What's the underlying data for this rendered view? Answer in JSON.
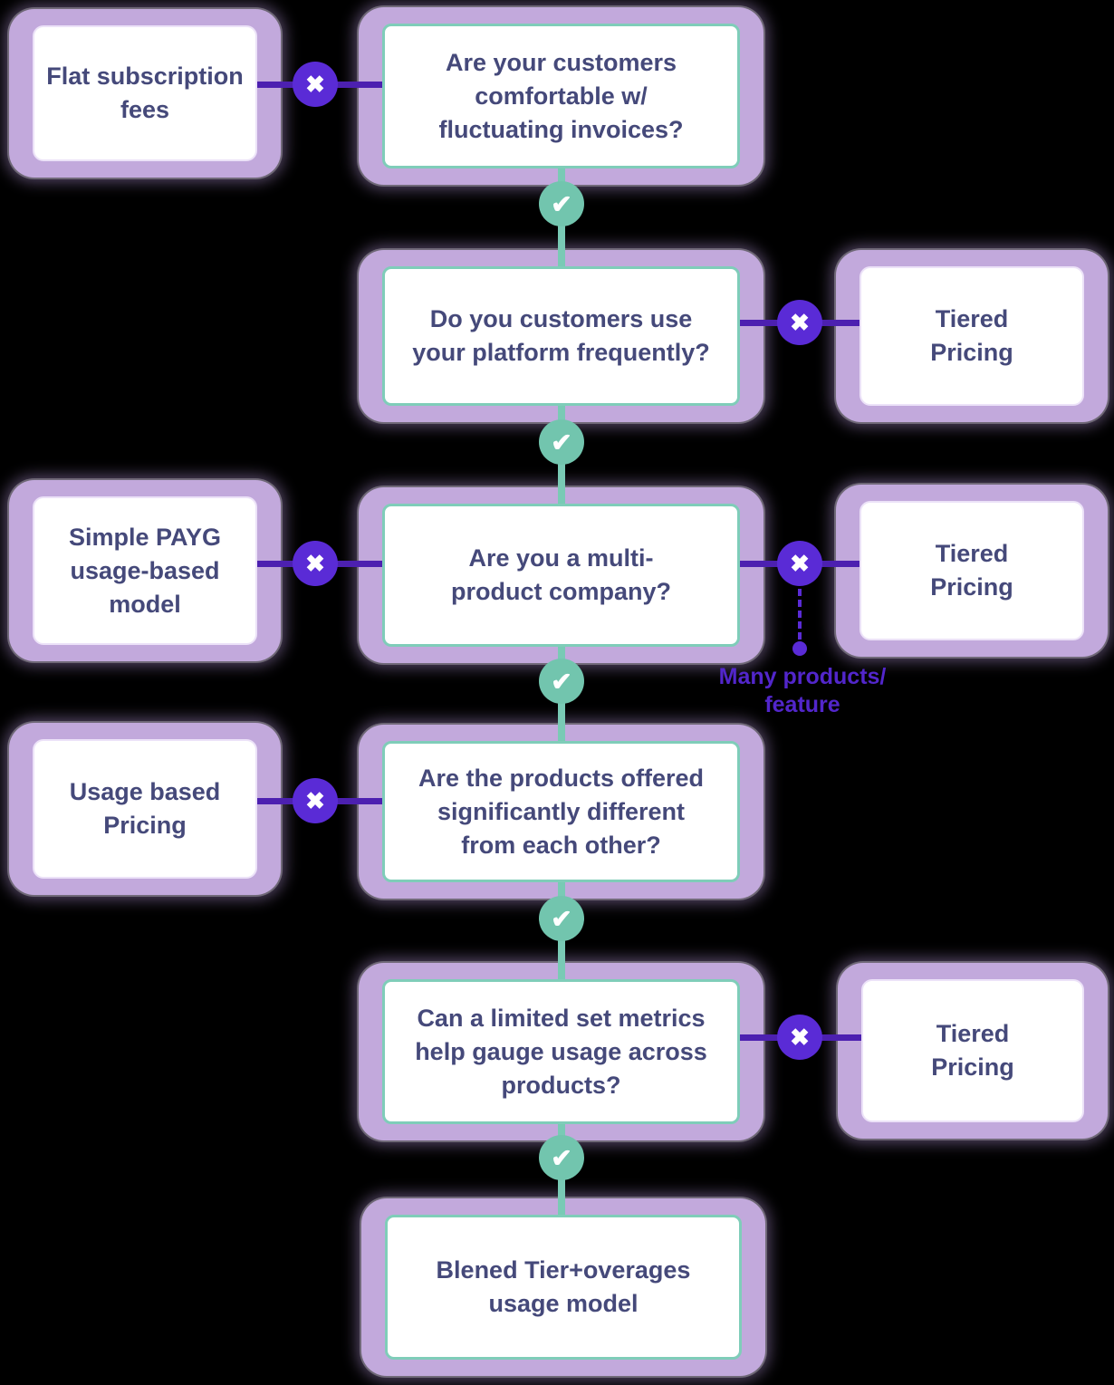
{
  "colors": {
    "background": "#000000",
    "node_glow": "#c2a9dc",
    "card": "#ffffff",
    "question_border": "#7fcdb9",
    "outcome_border": "#ece2f8",
    "text": "#45497a",
    "yes_accent": "#72c5ae",
    "no_accent": "#5a2bd6",
    "no_line": "#4c20b0",
    "annotation_text": "#5226cb"
  },
  "icons": {
    "no": "✖",
    "yes": "✔"
  },
  "nodes": {
    "flat_subscription": {
      "text": "Flat subscription\nfees"
    },
    "q_fluctuating": {
      "text": "Are your customers\ncomfortable w/\nfluctuating invoices?"
    },
    "q_frequency": {
      "text": "Do you customers use\nyour platform frequently?"
    },
    "tiered_1": {
      "text": "Tiered\nPricing"
    },
    "simple_payg": {
      "text": "Simple PAYG\nusage-based\nmodel"
    },
    "q_multiproduct": {
      "text": "Are you a multi-\nproduct company?"
    },
    "tiered_2": {
      "text": "Tiered\nPricing"
    },
    "usage_based": {
      "text": "Usage based\nPricing"
    },
    "q_different": {
      "text": "Are the products offered\nsignificantly different\nfrom each other?"
    },
    "q_metrics": {
      "text": "Can a limited set metrics\nhelp gauge usage across\nproducts?"
    },
    "tiered_3": {
      "text": "Tiered\nPricing"
    },
    "blended": {
      "text": "Blened Tier+overages\nusage model"
    }
  },
  "annotations": {
    "many_products": "Many products/\nfeature"
  }
}
